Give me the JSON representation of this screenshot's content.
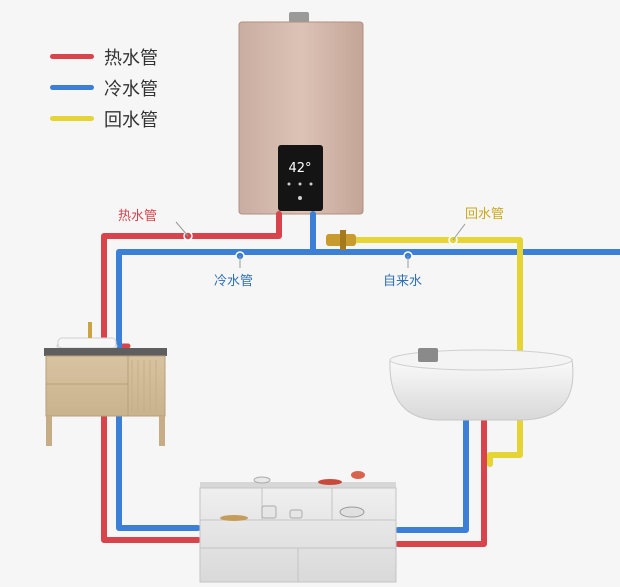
{
  "legend": [
    {
      "label": "热水管",
      "color": "#d9434b"
    },
    {
      "label": "冷水管",
      "color": "#3b7fd6"
    },
    {
      "label": "回水管",
      "color": "#e4d535"
    }
  ],
  "labels": {
    "hot_pipe": "热水管",
    "cold_pipe": "冷水管",
    "return_pipe": "回水管",
    "tap_water": "自来水"
  },
  "heater": {
    "display": "42°"
  },
  "colors": {
    "hot": "#d9434b",
    "cold": "#3b7fd6",
    "return": "#e4d535",
    "label_hot": "#d3434b",
    "label_cold": "#2f6fb5",
    "label_return": "#c9a81a"
  }
}
